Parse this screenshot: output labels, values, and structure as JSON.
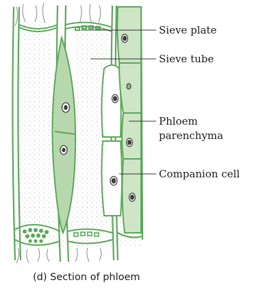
{
  "labels": {
    "sieve_plate": "Sieve plate",
    "sieve_tube": "Sieve tube",
    "phloem_parenchyma_line1": "Phloem",
    "phloem_parenchyma_line2": "parenchyma",
    "companion_cell": "Companion cell"
  },
  "caption": "(d) Section of phloem",
  "colors": {
    "cell_wall": "#5aa75a",
    "cell_fill": "#b7d8ad",
    "parenchyma_fill": "#cfe6c6",
    "stipple": "#9a9a9a",
    "nucleus": "#3d3d3d",
    "leader_line": "#333333"
  }
}
